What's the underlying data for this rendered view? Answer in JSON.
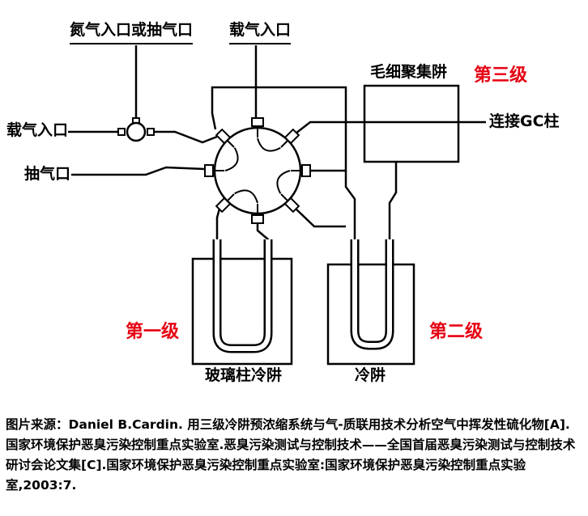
{
  "labels": {
    "nitrogen_inlet": "氮气入口或抽气口",
    "carrier_inlet_top": "载气入口",
    "carrier_inlet_left": "载气入口",
    "pump_port": "抽气口",
    "capillary_trap": "毛细聚集阱",
    "stage3": "第三级",
    "gc_column": "连接GC柱",
    "stage1": "第一级",
    "stage2": "第二级",
    "glass_column_trap": "玻璃柱冷阱",
    "cold_trap": "冷阱"
  },
  "colors": {
    "stage_label": "#e60012",
    "line": "#000000"
  },
  "caption": {
    "text": "图片来源：Daniel B.Cardin. 用三级冷阱预浓缩系统与气-质联用技术分析空气中挥发性硫化物[A]. 国家环境保护恶臭污染控制重点实验室.恶臭污染测试与控制技术——全国首届恶臭污染测试与控制技术研讨会论文集[C].国家环境保护恶臭污染控制重点实验室:国家环境保护恶臭污染控制重点实验室,2003:7."
  }
}
